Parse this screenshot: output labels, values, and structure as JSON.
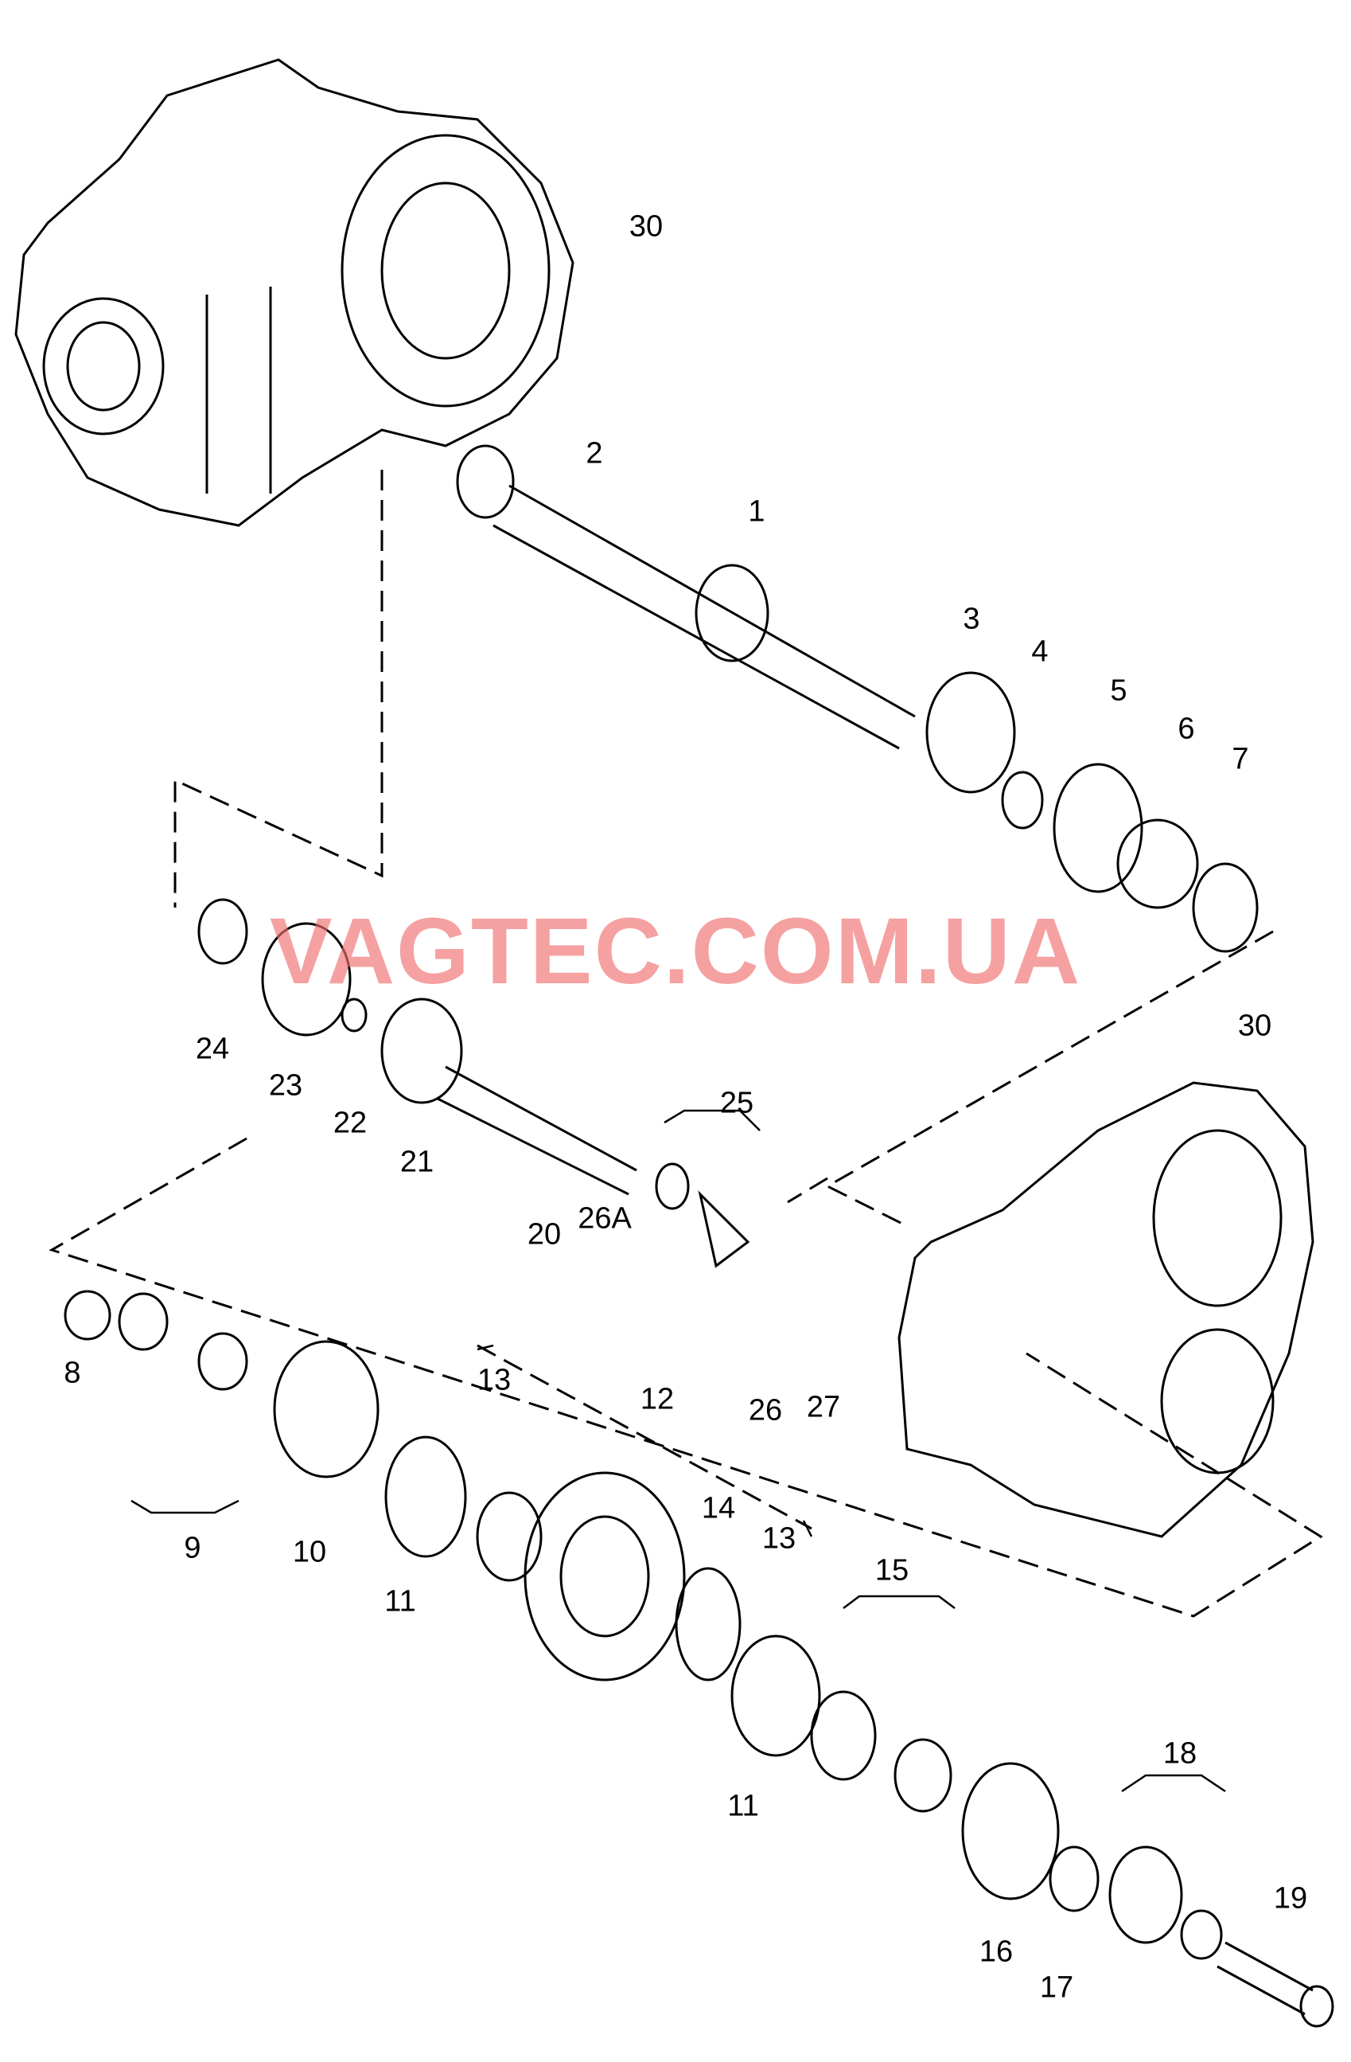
{
  "diagram": {
    "title": "Gearbox shafts exploded parts diagram",
    "watermark": "VAGTEC.COM.UA",
    "labels": [
      "30",
      "2",
      "1",
      "3",
      "4",
      "5",
      "6",
      "7",
      "24",
      "23",
      "22",
      "21",
      "20",
      "25",
      "26A",
      "26",
      "27",
      "30",
      "8",
      "9",
      "10",
      "11",
      "13",
      "12",
      "14",
      "13",
      "15",
      "11",
      "16",
      "17",
      "18",
      "19"
    ],
    "colors": {
      "line": "#000000",
      "watermark": "#f06e6e"
    }
  }
}
